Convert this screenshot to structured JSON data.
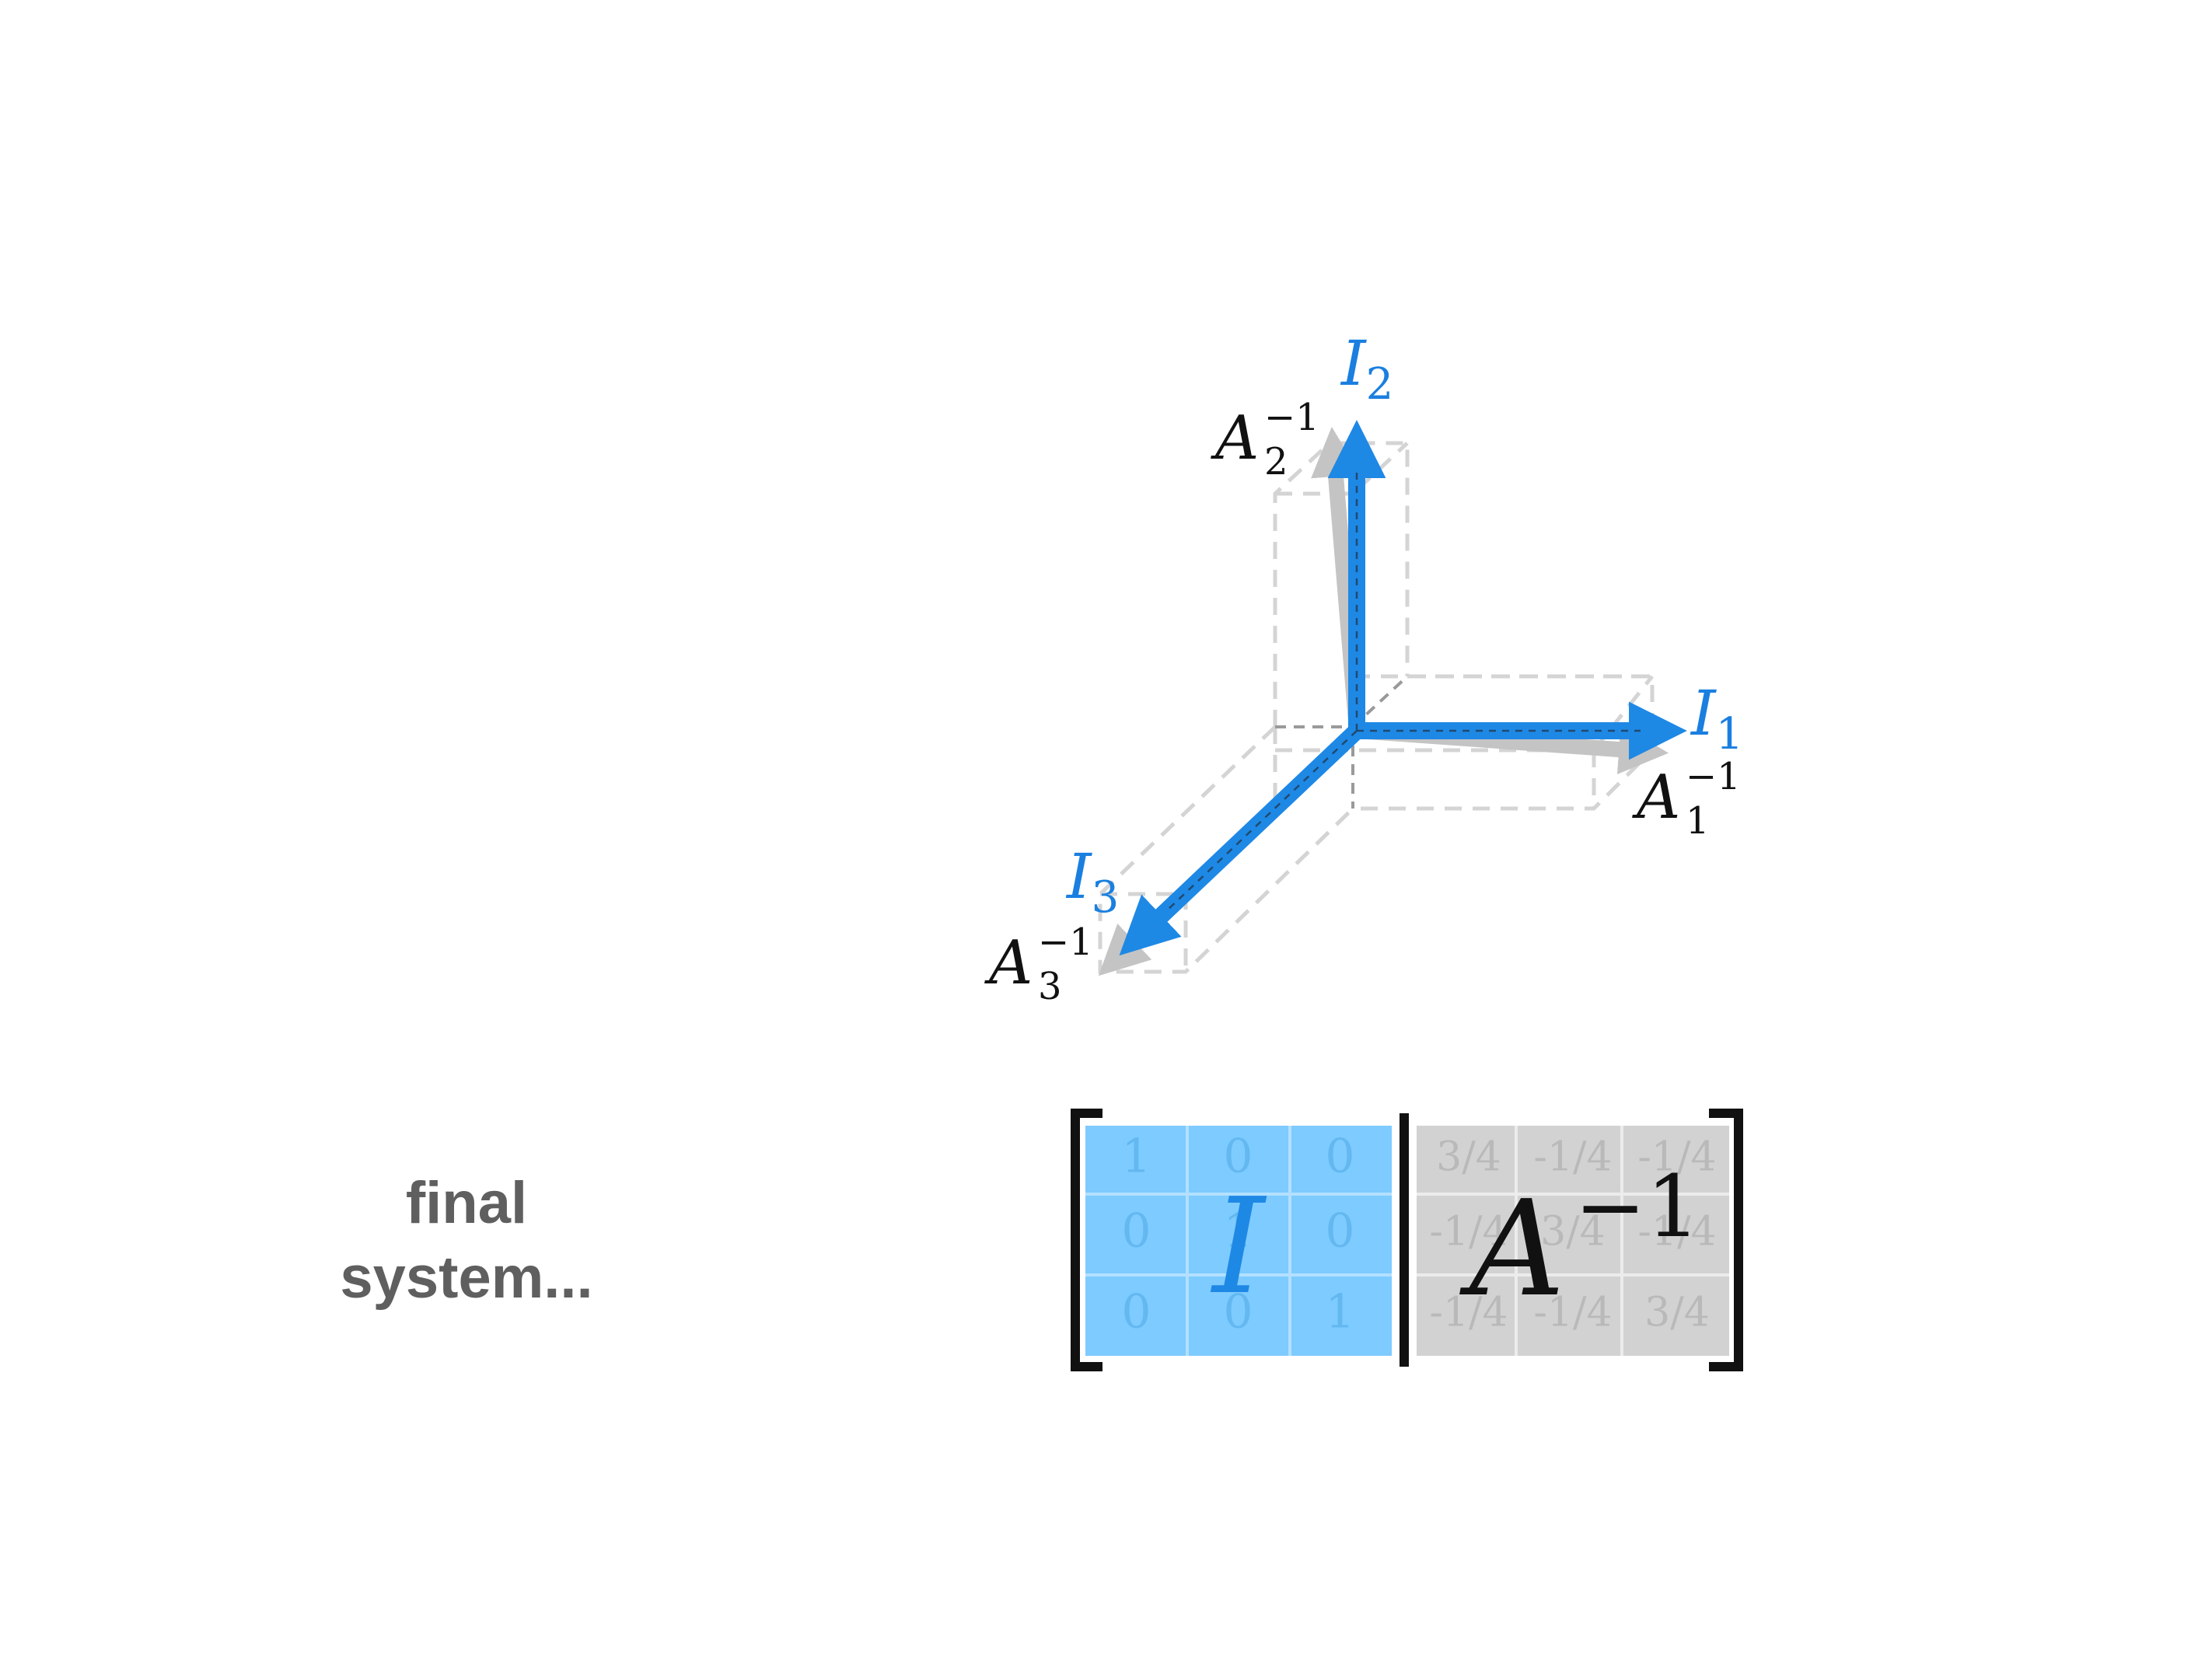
{
  "caption": {
    "line1": "final",
    "line2": "system..."
  },
  "axes": {
    "I1": {
      "base": "I",
      "sub": "1"
    },
    "I2": {
      "base": "I",
      "sub": "2"
    },
    "I3": {
      "base": "I",
      "sub": "3"
    },
    "A1": {
      "base": "A",
      "sub": "1",
      "sup": "−1"
    },
    "A2": {
      "base": "A",
      "sub": "2",
      "sup": "−1"
    },
    "A3": {
      "base": "A",
      "sub": "3",
      "sup": "−1"
    }
  },
  "matrix": {
    "left_symbol": "I",
    "right_symbol": {
      "base": "A",
      "sup": "−1"
    },
    "left_cells": [
      [
        "1",
        "0",
        "0"
      ],
      [
        "0",
        "1",
        "0"
      ],
      [
        "0",
        "0",
        "1"
      ]
    ],
    "right_cells": [
      [
        "3/4",
        "-1/4",
        "-1/4"
      ],
      [
        "-1/4",
        "3/4",
        "-1/4"
      ],
      [
        "-1/4",
        "-1/4",
        "3/4"
      ]
    ]
  },
  "colors": {
    "accent_blue": "#1e88e5",
    "label_blue": "#1a7fe0",
    "cell_blue": "#7ecbff",
    "cell_gray": "#d2d2d2",
    "caption_gray": "#5f5f5f",
    "dashed_gray": "#d4d4d4"
  }
}
